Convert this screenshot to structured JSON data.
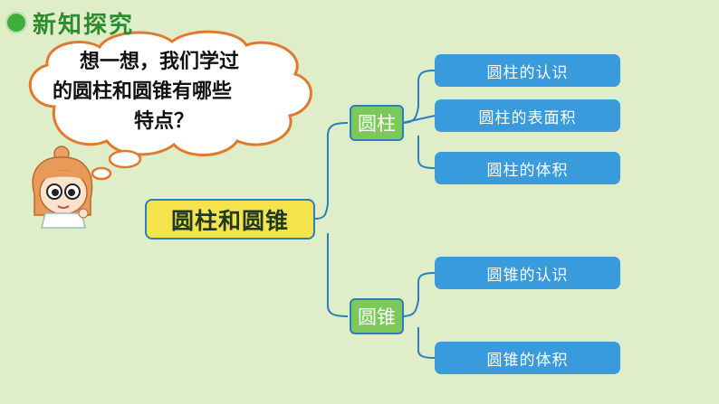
{
  "header": {
    "title": "新知探究"
  },
  "bubble": {
    "line1": "想一想，我们学过",
    "line2": "的圆柱和圆锥有哪些",
    "line3": "特点？"
  },
  "mindmap": {
    "root": "圆柱和圆锥",
    "branches": [
      {
        "label": "圆柱",
        "children": [
          "圆柱的认识",
          "圆柱的表面积",
          "圆柱的体积"
        ]
      },
      {
        "label": "圆锥",
        "children": [
          "圆锥的认识",
          "圆锥的体积"
        ]
      }
    ]
  },
  "colors": {
    "background": "#dfeec9",
    "root_fill": "#f5e34d",
    "branch_fill": "#7cc85a",
    "leaf_fill": "#3a9bdc",
    "connector": "#2b7fc0"
  }
}
